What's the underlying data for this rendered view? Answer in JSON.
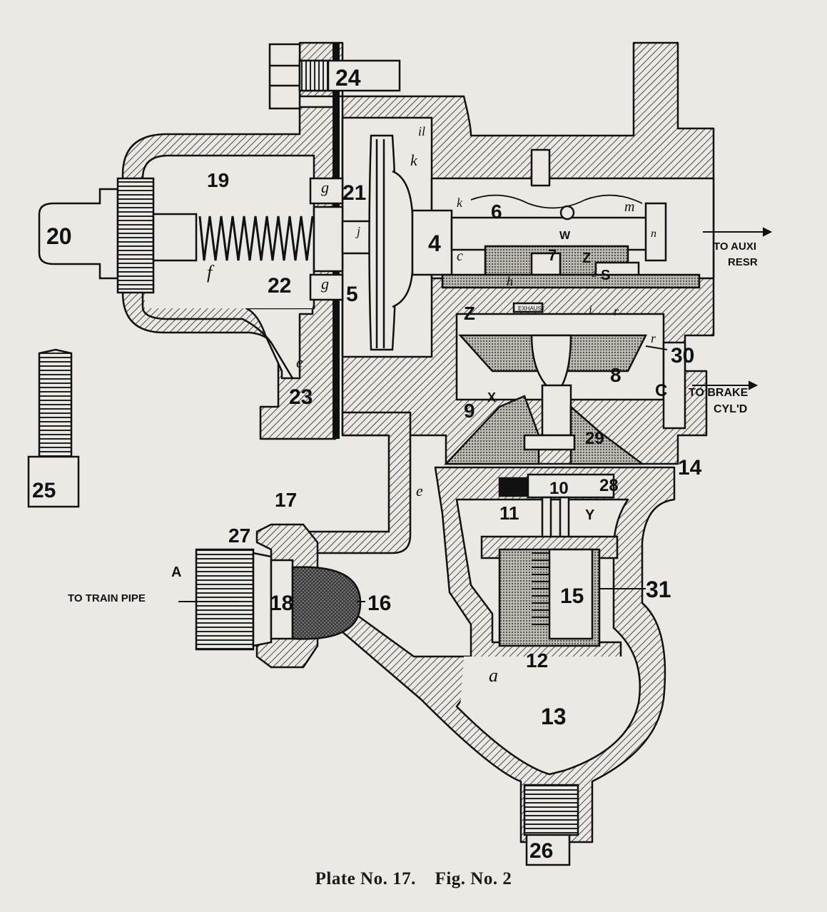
{
  "caption": {
    "plate": "Plate No. 17.",
    "fig": "Fig. No. 2"
  },
  "labels": {
    "n4": "4",
    "n5": "5",
    "n6": "6",
    "n7": "7",
    "n8": "8",
    "n9": "9",
    "n10": "10",
    "n11": "11",
    "n12": "12",
    "n13": "13",
    "n14": "14",
    "n15": "15",
    "n16": "16",
    "n17": "17",
    "n18": "18",
    "n19": "19",
    "n20": "20",
    "n21": "21",
    "n22": "22",
    "n23": "23",
    "n24": "24",
    "n25": "25",
    "n26": "26",
    "n27": "27",
    "n28": "28",
    "n29": "29",
    "n30": "30",
    "n31": "31"
  },
  "letters": {
    "A": "A",
    "C": "C",
    "S": "S",
    "W": "W",
    "X": "X",
    "Y": "Y",
    "Z1": "Z",
    "Z2": "Z",
    "z": "z",
    "a": "a",
    "c": "c",
    "e1": "e",
    "e2": "e",
    "f": "f",
    "g1": "g",
    "g2": "g",
    "h": "h",
    "i": "i",
    "j": "j",
    "k1": "k",
    "k2": "k",
    "m": "m",
    "n": "n",
    "r1": "r",
    "r2": "r",
    "il": "il",
    "exhaust": "EXHAUST"
  },
  "annotations": {
    "aux_line1": "TO AUXI",
    "aux_line2": "RESR",
    "brake_line1": "TO BRAKE",
    "brake_line2": "CYL'D",
    "train_pipe": "TO TRAIN PIPE"
  }
}
